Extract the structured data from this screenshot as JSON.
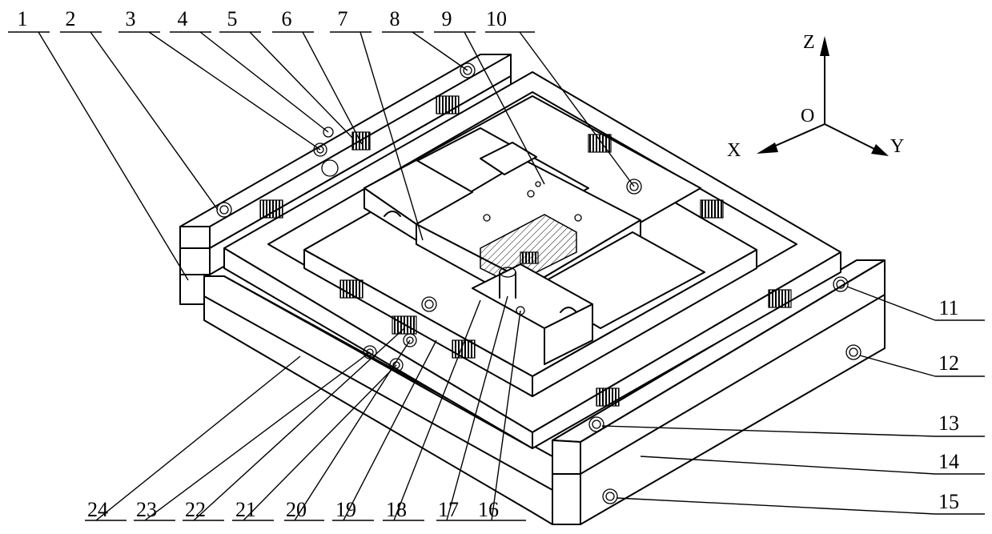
{
  "axes": {
    "z": "Z",
    "origin": "O",
    "x": "X",
    "y": "Y"
  },
  "labels": [
    {
      "n": "1"
    },
    {
      "n": "2"
    },
    {
      "n": "3"
    },
    {
      "n": "4"
    },
    {
      "n": "5"
    },
    {
      "n": "6"
    },
    {
      "n": "7"
    },
    {
      "n": "8"
    },
    {
      "n": "9"
    },
    {
      "n": "10"
    },
    {
      "n": "11"
    },
    {
      "n": "12"
    },
    {
      "n": "13"
    },
    {
      "n": "14"
    },
    {
      "n": "15"
    },
    {
      "n": "16"
    },
    {
      "n": "17"
    },
    {
      "n": "18"
    },
    {
      "n": "19"
    },
    {
      "n": "20"
    },
    {
      "n": "21"
    },
    {
      "n": "22"
    },
    {
      "n": "23"
    },
    {
      "n": "24"
    }
  ]
}
